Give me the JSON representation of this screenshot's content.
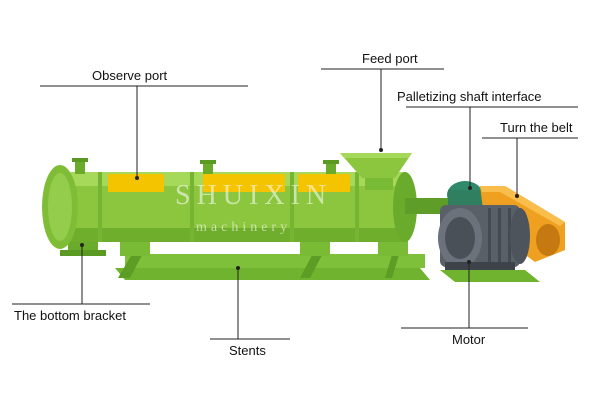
{
  "labels": {
    "observe_port": "Observe port",
    "feed_port": "Feed port",
    "palletizing_shaft_interface": "Palletizing shaft interface",
    "turn_the_belt": "Turn the belt",
    "bottom_bracket": "The bottom bracket",
    "stents": "Stents",
    "motor": "Motor"
  },
  "watermark": {
    "brand": "SHUIXIN",
    "sub": "machinery"
  },
  "colors": {
    "body_green": "#8cc63f",
    "dark_green": "#4f8f22",
    "window_yellow": "#f5c400",
    "belt_orange": "#f0a020",
    "motor_gray": "#5a6068",
    "leader_line": "#222222"
  }
}
